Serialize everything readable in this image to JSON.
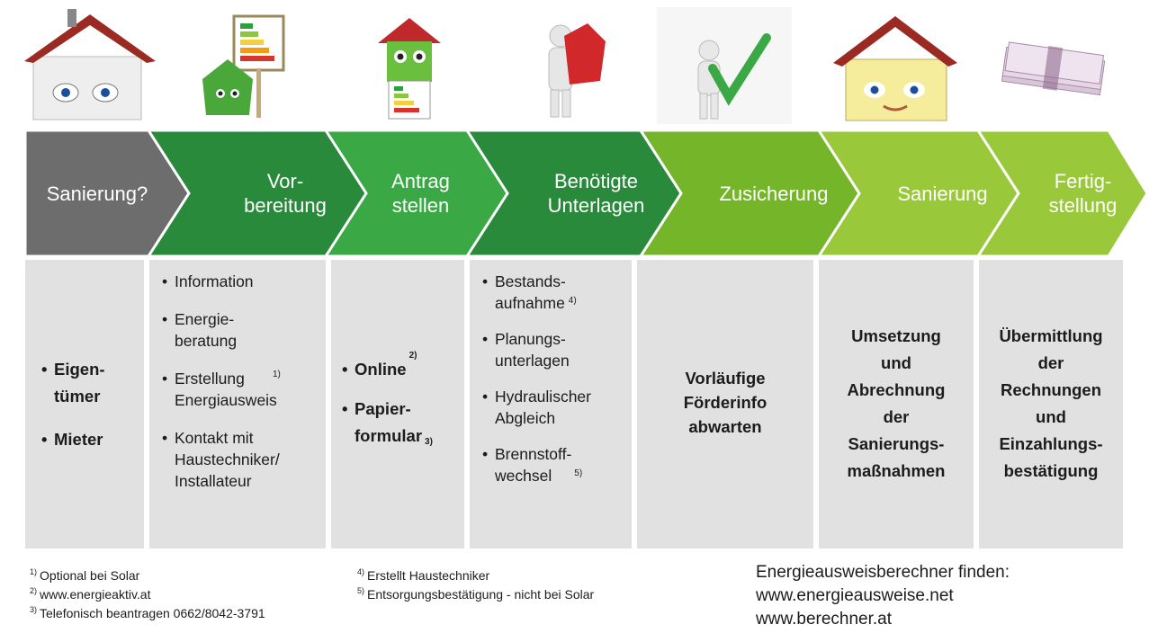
{
  "colors": {
    "grey_arrow": "#6d6d6e",
    "dark_green": "#2a8a3c",
    "mid_green": "#3aa845",
    "lime_green": "#74b529",
    "light_lime": "#99c93a",
    "box_bg": "#e1e1e1"
  },
  "illustrations": [
    {
      "name": "smiling-house-icon"
    },
    {
      "name": "energy-label-house-icon"
    },
    {
      "name": "house-with-energy-certificate-icon"
    },
    {
      "name": "figure-holding-house-icon"
    },
    {
      "name": "figure-with-checkmark-icon"
    },
    {
      "name": "yellow-house-icon"
    },
    {
      "name": "money-bundle-icon"
    }
  ],
  "steps": [
    {
      "label": "Sanierung?"
    },
    {
      "label": "Vor-\nbereitung"
    },
    {
      "label": "Antrag\nstellen"
    },
    {
      "label": "Benötigte\nUnterlagen"
    },
    {
      "label": "Zusicherung"
    },
    {
      "label": "Sanierung"
    },
    {
      "label": "Fertig-\nstellung"
    }
  ],
  "boxes": {
    "col1": {
      "items": [
        "Eigen-\ntümer",
        "Mieter"
      ]
    },
    "col2": {
      "items": [
        {
          "text": "Information",
          "note": ""
        },
        {
          "text": "Energie-\nberatung",
          "note": ""
        },
        {
          "text": "Erstellung\nEnergiausweis",
          "note": "1)"
        },
        {
          "text": "Kontakt mit\nHaustechniker/\nInstallateur",
          "note": ""
        }
      ]
    },
    "col3": {
      "items": [
        {
          "text": "Online",
          "note": "2)"
        },
        {
          "text": "Papier-\nformular",
          "note": "3)"
        }
      ]
    },
    "col4": {
      "items": [
        {
          "text": "Bestands-\naufnahme",
          "note": "4)"
        },
        {
          "text": "Planungs-\nunterlagen",
          "note": ""
        },
        {
          "text": "Hydraulischer\nAbgleich",
          "note": ""
        },
        {
          "text": "Brennstoff-\nwechsel",
          "note": "5)"
        }
      ]
    },
    "col5": {
      "text": "Vorläufige\nFörderinfo\nabwarten"
    },
    "col6": {
      "text": "Umsetzung\nund\nAbrechnung\nder\nSanierungs-\nmaßnahmen"
    },
    "col7": {
      "text": "Übermittlung\nder\nRechnungen\nund\nEinzahlungs-\nbestätigung"
    }
  },
  "footnotes_left": [
    {
      "num": "1)",
      "text": "Optional bei Solar"
    },
    {
      "num": "2)",
      "text": "www.energieaktiv.at"
    },
    {
      "num": "3)",
      "text": "Telefonisch beantragen 0662/8042-3791"
    }
  ],
  "footnotes_mid": [
    {
      "num": "4)",
      "text": "Erstellt Haustechniker"
    },
    {
      "num": "5)",
      "text": "Entsorgungsbestätigung - nicht bei Solar"
    }
  ],
  "finder": {
    "title": "Energieausweisberechner finden:",
    "links": [
      "www.energieausweise.net",
      "www.berechner.at"
    ]
  }
}
